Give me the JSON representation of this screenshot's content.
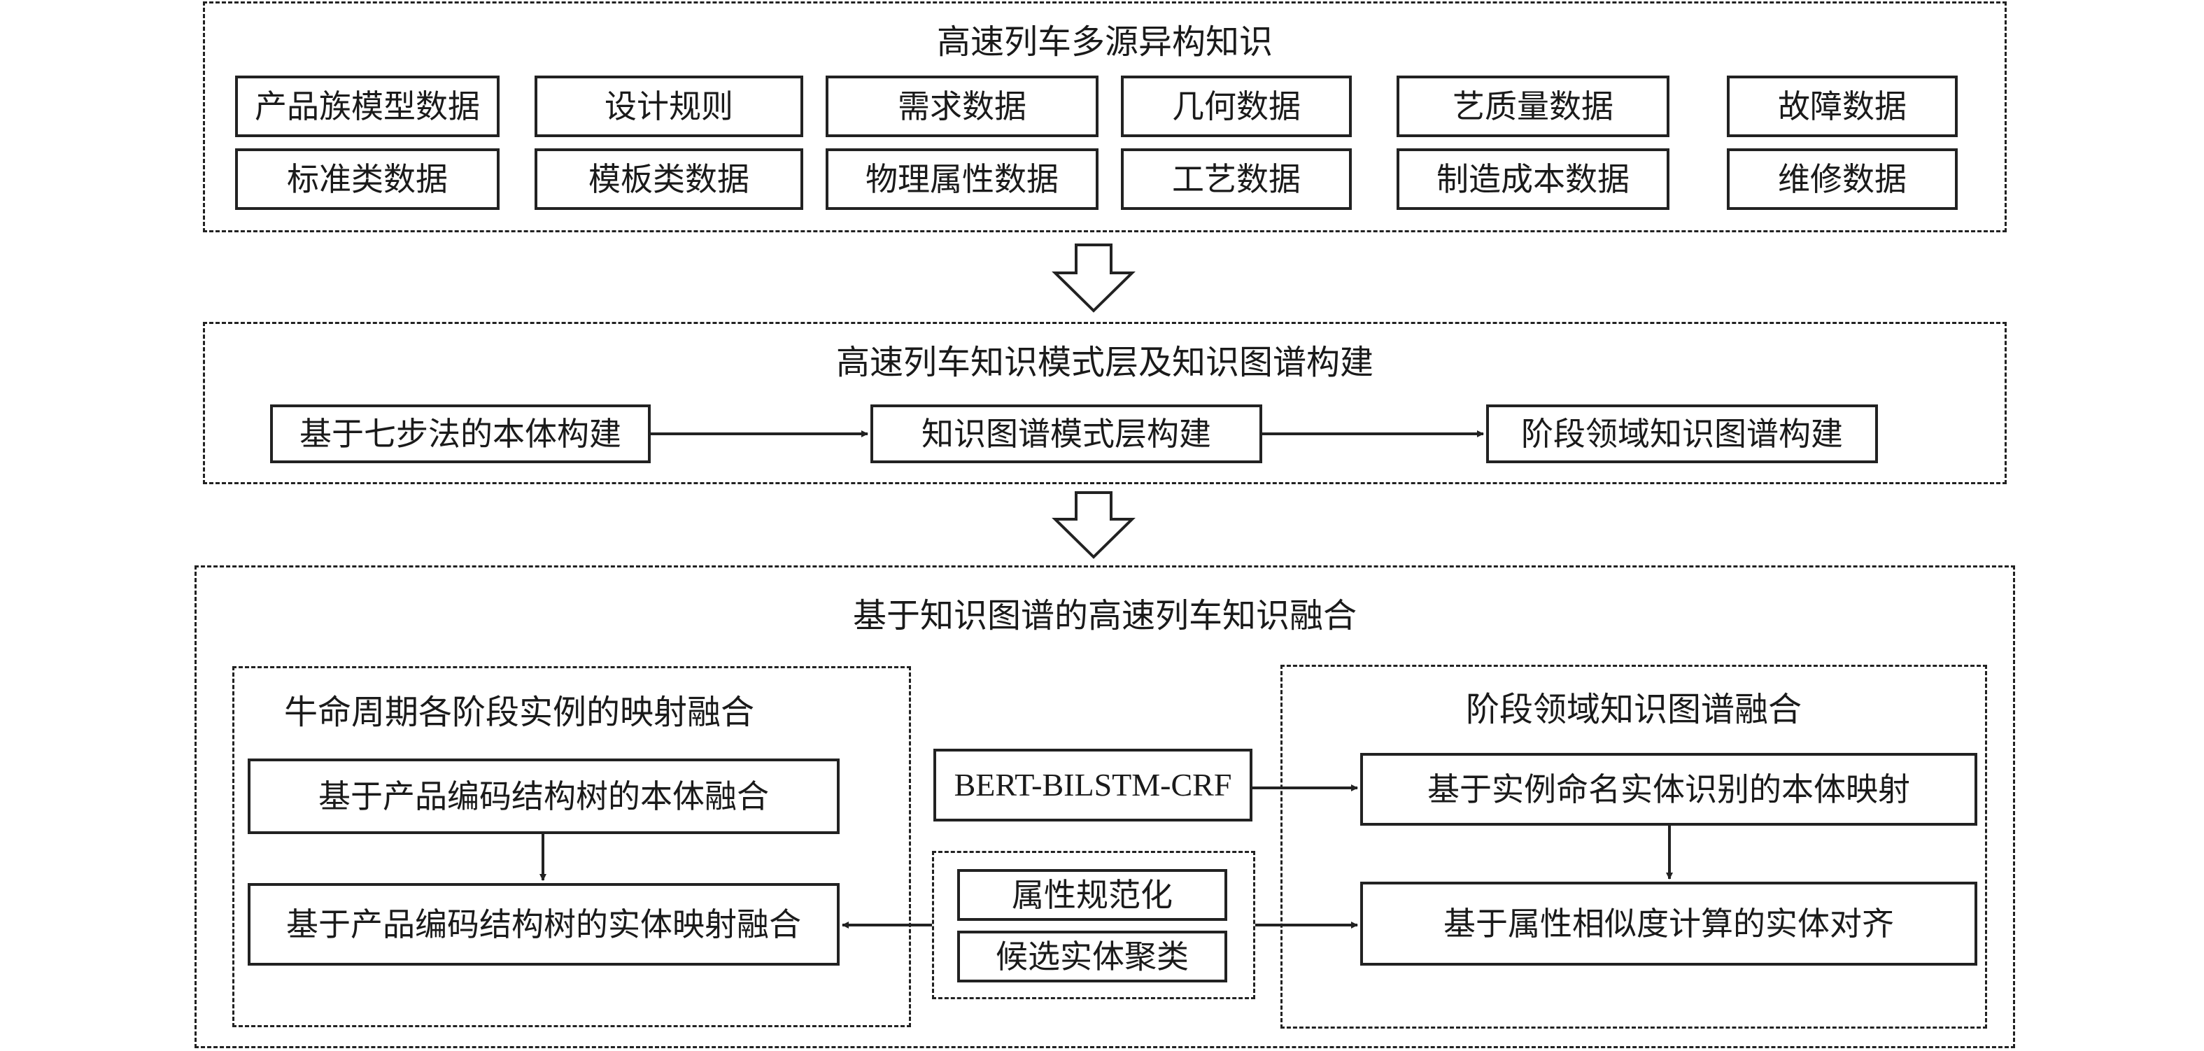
{
  "section1": {
    "title": "高速列车多源异构知识",
    "row1": [
      "产品族模型数据",
      "设计规则",
      "需求数据",
      "几何数据",
      "艺质量数据",
      "故障数据"
    ],
    "row2": [
      "标准类数据",
      "模板类数据",
      "物理属性数据",
      "工艺数据",
      "制造成本数据",
      "维修数据"
    ]
  },
  "section2": {
    "title": "高速列车知识模式层及知识图谱构建",
    "steps": [
      "基于七步法的本体构建",
      "知识图谱模式层构建",
      "阶段领域知识图谱构建"
    ]
  },
  "section3": {
    "title": "基于知识图谱的高速列车知识融合",
    "left": {
      "title": "牛命周期各阶段实例的映射融合",
      "box1": "基于产品编码结构树的本体融合",
      "box2": "基于产品编码结构树的实体映射融合"
    },
    "middle": {
      "model": "BERT-BILSTM-CRF",
      "box1": "属性规范化",
      "box2": "候选实体聚类"
    },
    "right": {
      "title": "阶段领域知识图谱融合",
      "box1": "基于实例命名实体识别的本体映射",
      "box2": "基于属性相似度计算的实体对齐"
    }
  }
}
